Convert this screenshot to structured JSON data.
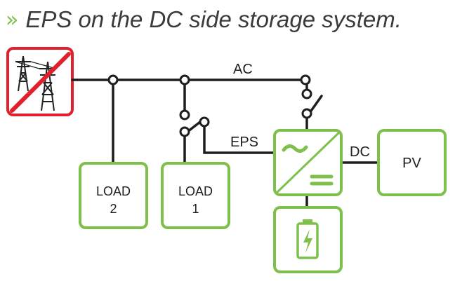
{
  "header": {
    "chevron": "»",
    "title": "EPS on the DC side storage system."
  },
  "diagram": {
    "labels": {
      "ac": "AC",
      "eps": "EPS",
      "dc": "DC",
      "pv": "PV",
      "load2_line1": "LOAD",
      "load2_line2": "2",
      "load1_line1": "LOAD",
      "load1_line2": "1"
    },
    "icons": {
      "grid": "power-tower-icon",
      "grid_status": "crossed-out",
      "inverter": "ac-dc-converter-icon",
      "battery": "battery-charging-icon"
    },
    "colors": {
      "box_border": "#7ec04b",
      "grid_border": "#e0202c",
      "line": "#1e1e1e",
      "accent": "#7ec04b"
    }
  }
}
